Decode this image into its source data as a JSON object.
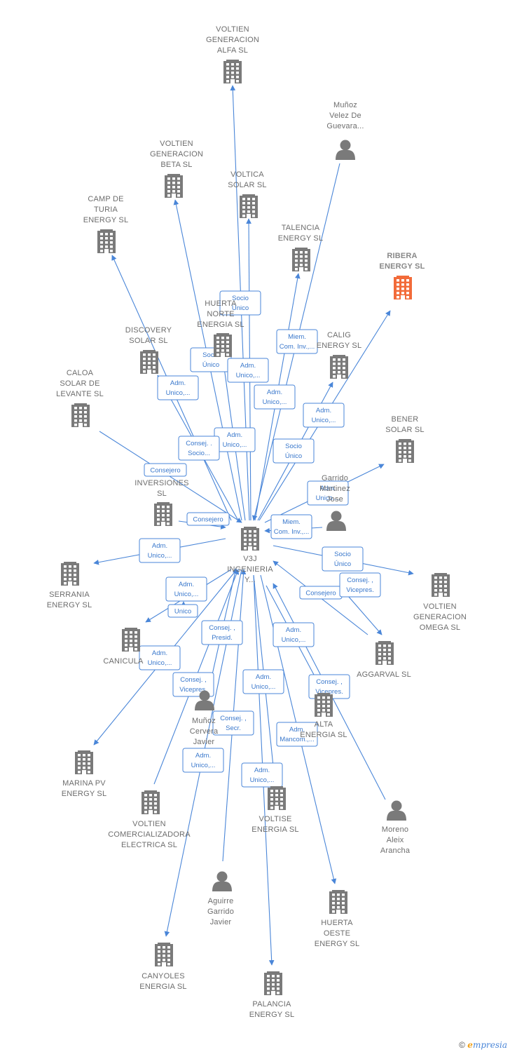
{
  "colors": {
    "edge": "#4a86d8",
    "company_icon": "#7a7a7a",
    "person_icon": "#7a7a7a",
    "highlight_icon": "#f26b3a",
    "label": "#6d6d6d"
  },
  "center": {
    "id": "v3j",
    "type": "company",
    "label": [
      "V3J",
      "INGENIERIA",
      "Y..."
    ]
  },
  "nodes": [
    {
      "id": "voltien_alfa",
      "type": "company",
      "label": [
        "VOLTIEN",
        "GENERACION",
        "ALFA  SL"
      ]
    },
    {
      "id": "munoz_velez",
      "type": "person",
      "label": [
        "Muñoz",
        "Velez De",
        "Guevara..."
      ]
    },
    {
      "id": "voltien_beta",
      "type": "company",
      "label": [
        "VOLTIEN",
        "GENERACION",
        "BETA  SL"
      ]
    },
    {
      "id": "voltica",
      "type": "company",
      "label": [
        "VOLTICA",
        "SOLAR  SL"
      ]
    },
    {
      "id": "camp_turia",
      "type": "company",
      "label": [
        "CAMP DE",
        "TURIA",
        "ENERGY  SL"
      ]
    },
    {
      "id": "talencia",
      "type": "company",
      "label": [
        "TALENCIA",
        "ENERGY  SL"
      ]
    },
    {
      "id": "ribera",
      "type": "company",
      "highlight": true,
      "label": [
        "RIBERA",
        "ENERGY  SL"
      ]
    },
    {
      "id": "huerta_norte",
      "type": "company",
      "label": [
        "HUERTA",
        "NORTE",
        "ENERGIA  SL"
      ]
    },
    {
      "id": "discovery",
      "type": "company",
      "label": [
        "DISCOVERY",
        "SOLAR  SL"
      ]
    },
    {
      "id": "calig",
      "type": "company",
      "label": [
        "CALIG",
        "ENERGY  SL"
      ]
    },
    {
      "id": "caloa",
      "type": "company",
      "label": [
        "CALOA",
        "SOLAR DE",
        "LEVANTE  SL"
      ]
    },
    {
      "id": "bener",
      "type": "company",
      "label": [
        "BENER",
        "SOLAR  SL"
      ]
    },
    {
      "id": "inversiones",
      "type": "company",
      "label": [
        "INVERSIONES",
        "SL"
      ]
    },
    {
      "id": "garrido",
      "type": "person",
      "label": [
        "Garrido",
        "Martinez",
        "Jose"
      ]
    },
    {
      "id": "serrania",
      "type": "company",
      "label": [
        "SERRANIA",
        "ENERGY  SL"
      ]
    },
    {
      "id": "voltien_omega",
      "type": "company",
      "label": [
        "VOLTIEN",
        "GENERACION",
        "OMEGA  SL"
      ]
    },
    {
      "id": "canicula",
      "type": "company",
      "label": [
        "CANICULA"
      ]
    },
    {
      "id": "aggarval",
      "type": "company",
      "label": [
        "AGGARVAL  SL"
      ]
    },
    {
      "id": "munoz_cerver",
      "type": "person",
      "label": [
        "Muñoz",
        "Cervera",
        "Javier"
      ]
    },
    {
      "id": "alta_energia",
      "type": "company",
      "label": [
        "ALTA",
        "ENERGIA  SL"
      ]
    },
    {
      "id": "marina_pv",
      "type": "company",
      "label": [
        "MARINA PV",
        "ENERGY  SL"
      ]
    },
    {
      "id": "voltien_comercializadora",
      "type": "company",
      "label": [
        "VOLTIEN",
        "COMERCIALIZADORA",
        "ELECTRICA  SL"
      ]
    },
    {
      "id": "voltise",
      "type": "company",
      "label": [
        "VOLTISE",
        "ENERGIA  SL"
      ]
    },
    {
      "id": "moreno",
      "type": "person",
      "label": [
        "Moreno",
        "Aleix",
        "Arancha"
      ]
    },
    {
      "id": "aguirre",
      "type": "person",
      "label": [
        "Aguirre",
        "Garrido",
        "Javier"
      ]
    },
    {
      "id": "huerta_oeste",
      "type": "company",
      "label": [
        "HUERTA",
        "OESTE",
        "ENERGY  SL"
      ]
    },
    {
      "id": "canyoles",
      "type": "company",
      "label": [
        "CANYOLES",
        "ENERGIA  SL"
      ]
    },
    {
      "id": "palancia",
      "type": "company",
      "label": [
        "PALANCIA",
        "ENERGY  SL"
      ]
    }
  ],
  "edges": [
    {
      "id": "e1",
      "target": "voltien_alfa",
      "label": [
        "Socio",
        "Único"
      ]
    },
    {
      "id": "e2",
      "target": "munoz_velez",
      "label": [
        "Miem.",
        "Com. Inv.,..."
      ]
    },
    {
      "id": "e3",
      "target": "voltien_beta",
      "label": [
        "Socio",
        "Único"
      ]
    },
    {
      "id": "e4",
      "target": "voltica",
      "label": [
        "Adm.",
        "Unico,..."
      ]
    },
    {
      "id": "e5",
      "target": "camp_turia",
      "label": [
        "Adm.",
        "Unico,..."
      ]
    },
    {
      "id": "e6",
      "target": "talencia",
      "label": [
        "Adm.",
        "Unico,..."
      ]
    },
    {
      "id": "e7",
      "target": "ribera",
      "label": [
        "Socio",
        "Único"
      ]
    },
    {
      "id": "e8",
      "target": "huerta_norte",
      "label": [
        "Adm.",
        "Unico,..."
      ]
    },
    {
      "id": "e9",
      "target": "discovery",
      "label": [
        "Consej. .",
        "Socio..."
      ]
    },
    {
      "id": "e10",
      "target": "calig",
      "label": [
        "Adm.",
        "Unico,..."
      ]
    },
    {
      "id": "e11",
      "target": "caloa",
      "label": [
        "Consejero"
      ]
    },
    {
      "id": "e12",
      "target": "bener",
      "label": [
        "Adm.",
        "Unico,..."
      ]
    },
    {
      "id": "e13",
      "target": "inversiones",
      "label": [
        "Consejero"
      ]
    },
    {
      "id": "e14",
      "target": "garrido",
      "label": [
        "Miem.",
        "Com. Inv.,..."
      ]
    },
    {
      "id": "e15",
      "target": "serrania",
      "label": [
        "Adm.",
        "Unico,..."
      ]
    },
    {
      "id": "e16",
      "target": "voltien_omega",
      "label": [
        "Socio",
        "Único"
      ]
    },
    {
      "id": "e17",
      "target": "aggarval",
      "label": [
        "Consejero"
      ]
    },
    {
      "id": "e18",
      "target": "aggarval",
      "label": [
        "Consej. ,",
        "Vicepres."
      ]
    },
    {
      "id": "e19",
      "target": "canicula",
      "label": [
        "Adm.",
        "Unico,..."
      ]
    },
    {
      "id": "e20",
      "target": "canicula",
      "label": [
        "Unico"
      ]
    },
    {
      "id": "e21",
      "target": "munoz_cerver",
      "label": [
        "Consej. ,",
        "Presid."
      ]
    },
    {
      "id": "e22",
      "target": "alta_energia",
      "label": [
        "Adm.",
        "Unico,..."
      ]
    },
    {
      "id": "e23",
      "target": "marina_pv",
      "label": [
        "Adm.",
        "Unico,..."
      ]
    },
    {
      "id": "e24",
      "target": "voltien_comercializadora",
      "label": [
        "Consej. ,",
        "Vicepres."
      ]
    },
    {
      "id": "e25",
      "target": "moreno",
      "label": [
        "Consej. ,",
        "Vicepres."
      ]
    },
    {
      "id": "e26",
      "target": "voltise",
      "label": [
        "Adm.",
        "Unico,..."
      ]
    },
    {
      "id": "e27",
      "target": "aguirre",
      "label": [
        "Consej. ,",
        "Secr."
      ]
    },
    {
      "id": "e28",
      "target": "huerta_oeste",
      "label": [
        "Adm.",
        "Mancom.,..."
      ]
    },
    {
      "id": "e29",
      "target": "canyoles",
      "label": [
        "Adm.",
        "Unico,..."
      ]
    },
    {
      "id": "e30",
      "target": "palancia",
      "label": [
        "Adm.",
        "Unico,..."
      ]
    }
  ],
  "footer": {
    "copyright": "©",
    "brand_initial": "e",
    "brand_rest": "mpresia"
  }
}
